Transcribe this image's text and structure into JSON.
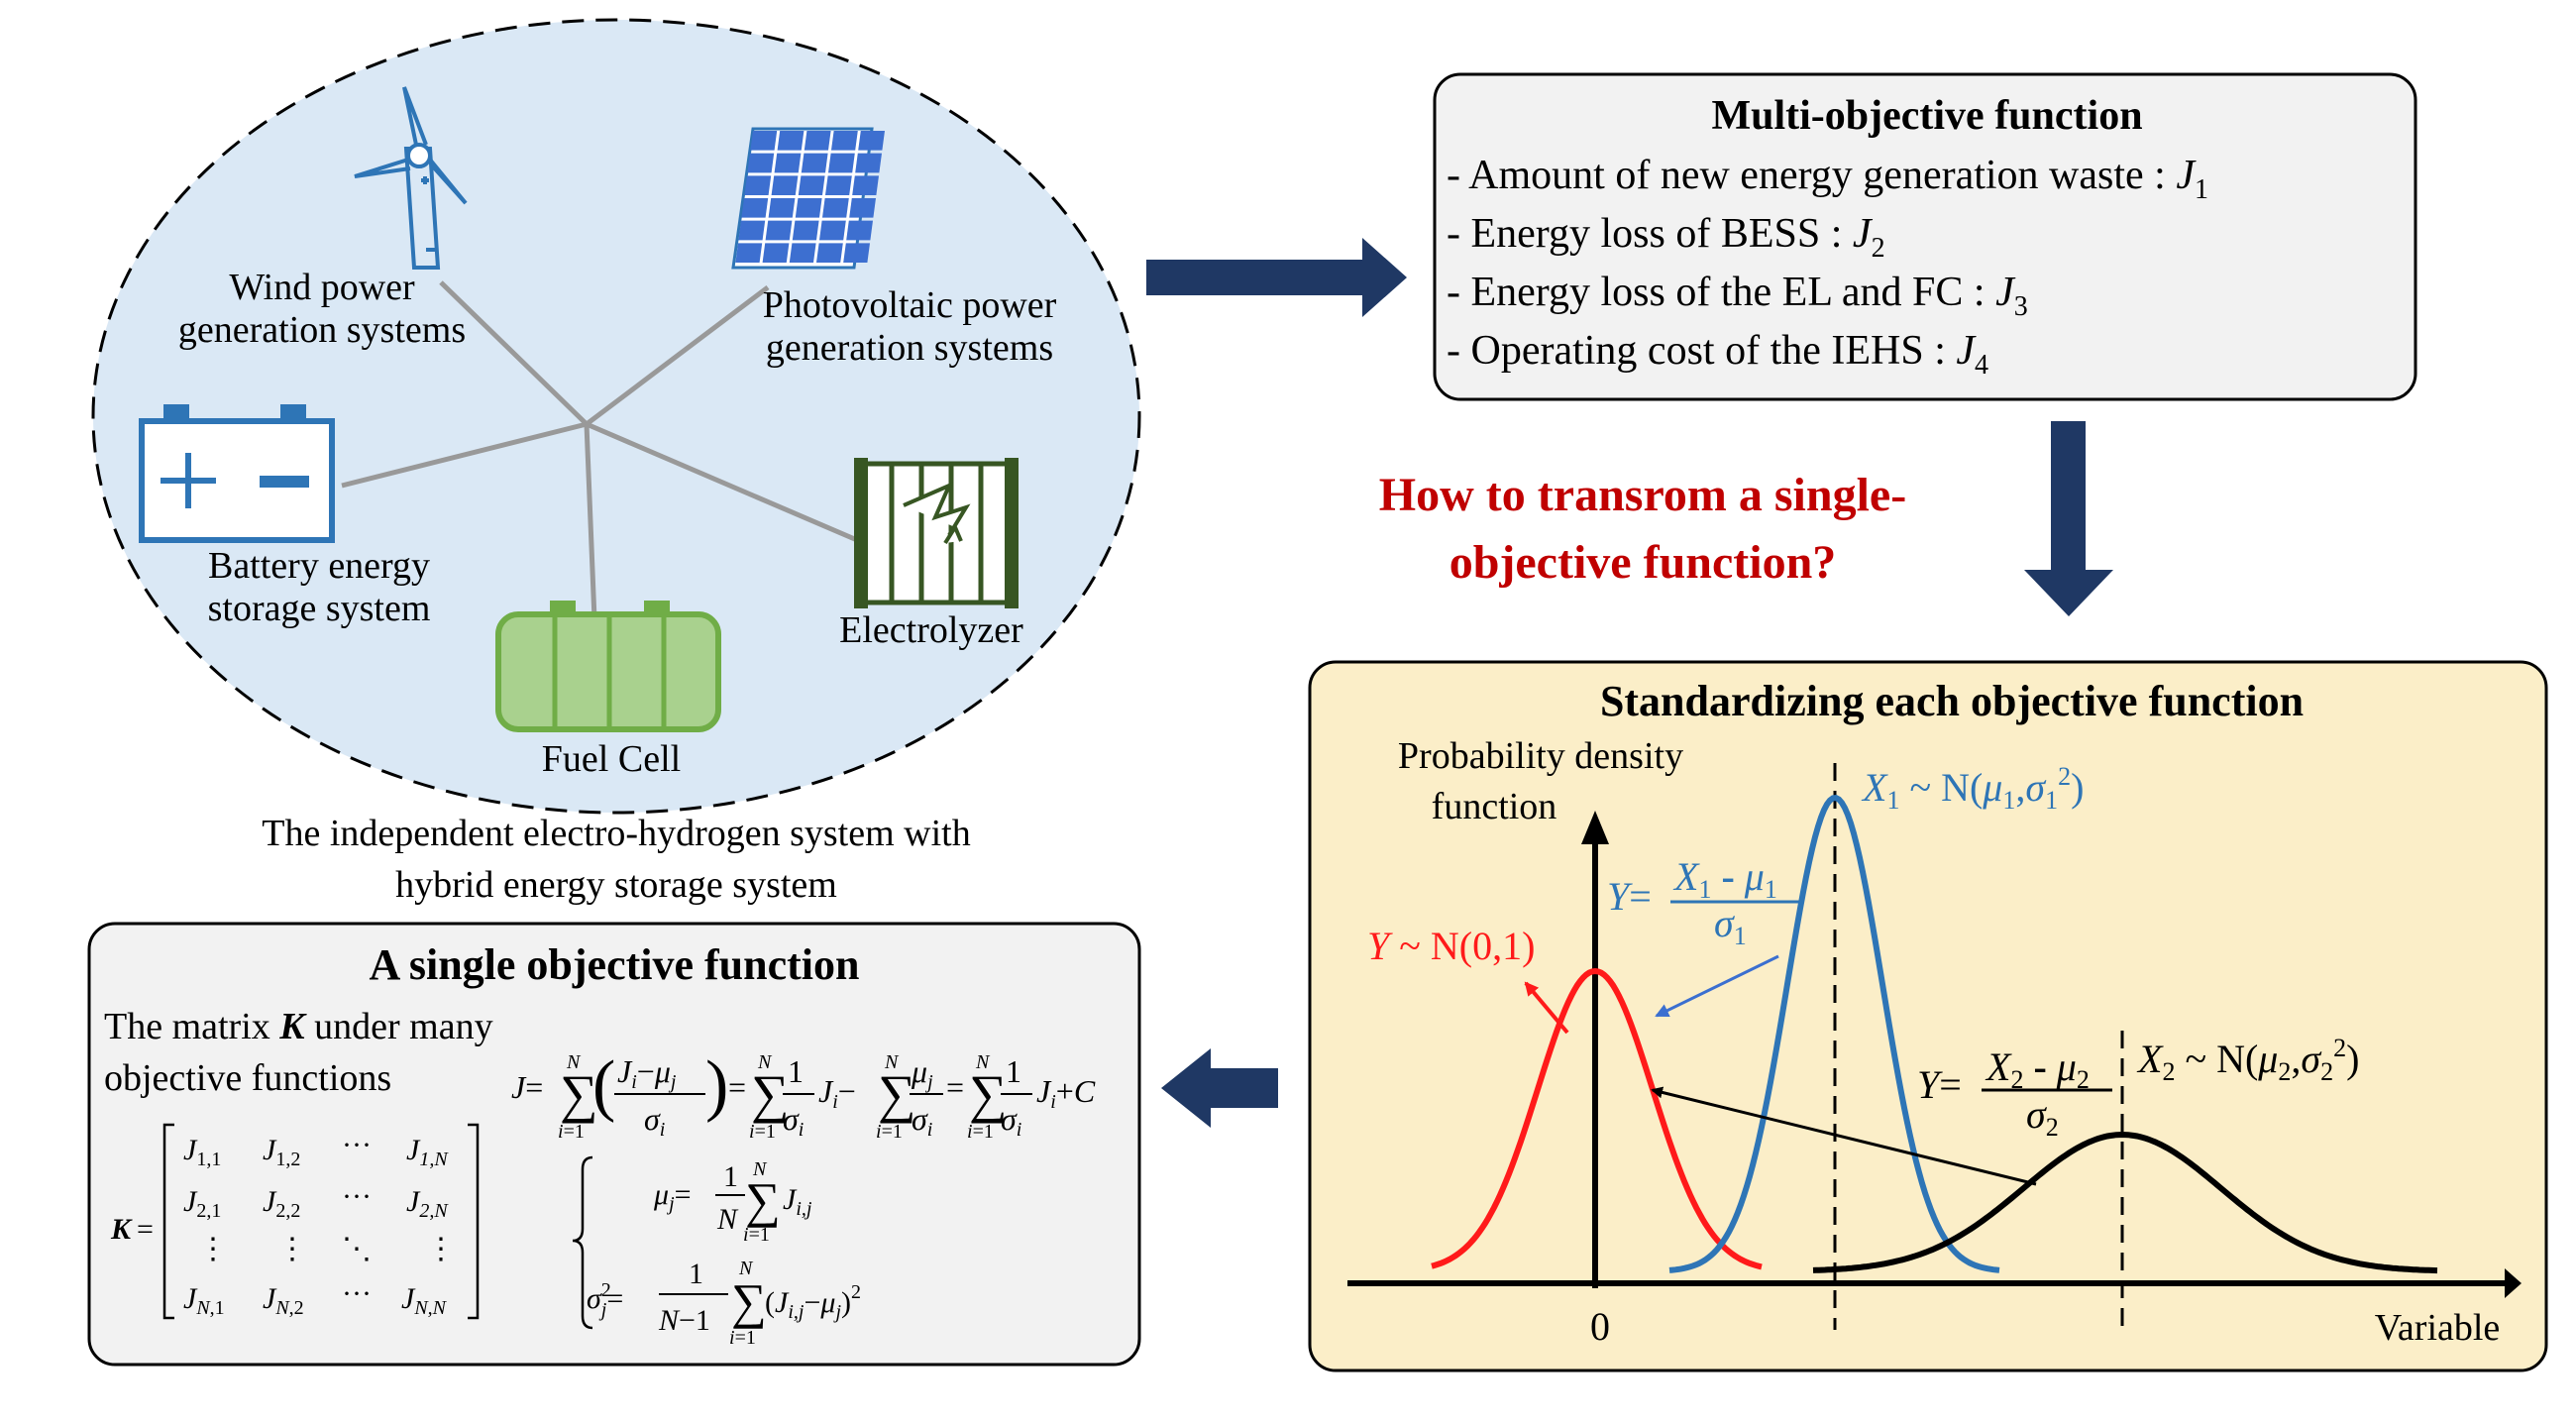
{
  "system": {
    "wind_line1": "Wind power",
    "wind_line2": "generation systems",
    "pv_line1": "Photovoltaic power",
    "pv_line2": "generation systems",
    "battery_line1": "Battery energy",
    "battery_line2": "storage system",
    "fuel_cell": "Fuel Cell",
    "electrolyzer": "Electrolyzer",
    "caption_line1": "The independent electro-hydrogen system  with",
    "caption_line2": "hybrid energy storage system"
  },
  "multi_objective": {
    "title": "Multi-objective function",
    "items": [
      {
        "text": "- Amount of new energy generation waste : ",
        "symbol": "J",
        "sub": "1"
      },
      {
        "text": "- Energy loss of BESS : ",
        "symbol": "J",
        "sub": "2"
      },
      {
        "text": "- Energy loss of the EL and FC : ",
        "symbol": "J",
        "sub": "3"
      },
      {
        "text": "- Operating cost of the IEHS : ",
        "symbol": "J",
        "sub": "4"
      }
    ]
  },
  "question": {
    "line1": "How to transrom a single-",
    "line2": "objective function?"
  },
  "standardizing": {
    "title": "Standardizing each objective function",
    "ylabel_line1": "Probability  density",
    "ylabel_line2": "function",
    "xlabel": "Variable",
    "origin": "0"
  },
  "single_objective": {
    "title": "A single objective function",
    "matrix_text_pre": "The matrix ",
    "matrix_symbol": "K",
    "matrix_text_post": " under many",
    "matrix_text_line2": "objective functions"
  },
  "colors": {
    "ellipse_fill": "#dae8f5",
    "blue": "#1f6fbf",
    "red": "#ff1a1a",
    "dark_red": "#c00000",
    "navy": "#1f3864",
    "panel_gray": "#f2f2f2",
    "panel_yellow": "#fbeec8",
    "fuel_green": "#a9d18e",
    "electrolyzer_green": "#375623"
  }
}
